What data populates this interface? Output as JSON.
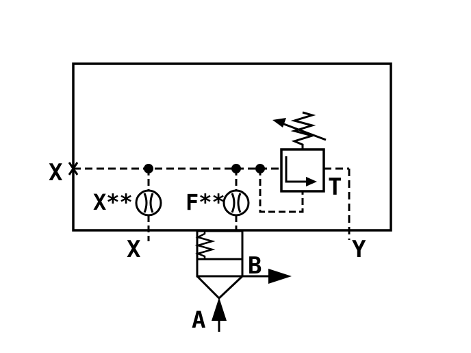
{
  "diagram": {
    "labels": {
      "port_x_left": "X",
      "orifice_x": "X**",
      "orifice_f": "F**",
      "port_t": "T",
      "port_x_bottom": "X",
      "port_y": "Y",
      "port_b": "B",
      "port_a": "A"
    },
    "colors": {
      "line": "#000000",
      "background": "#ffffff"
    }
  }
}
